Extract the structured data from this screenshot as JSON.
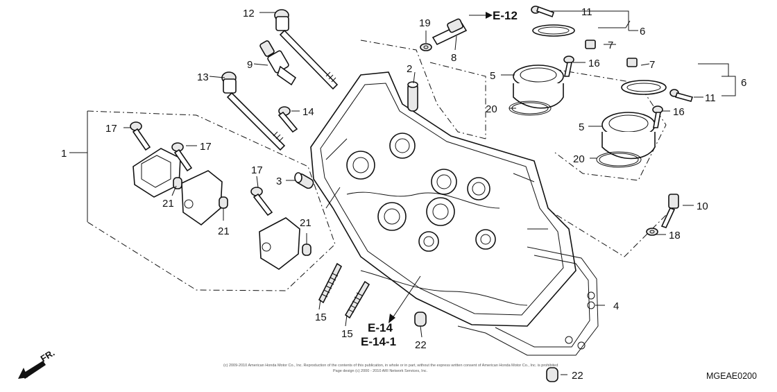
{
  "parts": [
    {
      "id": "p1",
      "num": "1"
    },
    {
      "id": "p2",
      "num": "2"
    },
    {
      "id": "p3",
      "num": "3"
    },
    {
      "id": "p4",
      "num": "4"
    },
    {
      "id": "p5a",
      "num": "5"
    },
    {
      "id": "p5b",
      "num": "5"
    },
    {
      "id": "p6a",
      "num": "6"
    },
    {
      "id": "p6b",
      "num": "6"
    },
    {
      "id": "p7a",
      "num": "7"
    },
    {
      "id": "p7b",
      "num": "7"
    },
    {
      "id": "p8",
      "num": "8"
    },
    {
      "id": "p9",
      "num": "9"
    },
    {
      "id": "p10",
      "num": "10"
    },
    {
      "id": "p11a",
      "num": "11"
    },
    {
      "id": "p11b",
      "num": "11"
    },
    {
      "id": "p12",
      "num": "12"
    },
    {
      "id": "p13",
      "num": "13"
    },
    {
      "id": "p14",
      "num": "14"
    },
    {
      "id": "p15a",
      "num": "15"
    },
    {
      "id": "p15b",
      "num": "15"
    },
    {
      "id": "p16a",
      "num": "16"
    },
    {
      "id": "p16b",
      "num": "16"
    },
    {
      "id": "p17a",
      "num": "17"
    },
    {
      "id": "p17b",
      "num": "17"
    },
    {
      "id": "p17c",
      "num": "17"
    },
    {
      "id": "p18",
      "num": "18"
    },
    {
      "id": "p19",
      "num": "19"
    },
    {
      "id": "p20a",
      "num": "20"
    },
    {
      "id": "p20b",
      "num": "20"
    },
    {
      "id": "p21a",
      "num": "21"
    },
    {
      "id": "p21b",
      "num": "21"
    },
    {
      "id": "p21c",
      "num": "21"
    },
    {
      "id": "p22a",
      "num": "22"
    },
    {
      "id": "p22b",
      "num": "22"
    }
  ],
  "references": {
    "e12": "E-12",
    "e14": "E-14",
    "e141": "E-14-1"
  },
  "direction_label": "FR.",
  "diagram_code": "MGEAE0200",
  "copyright_line1": "(c) 2009-2010 American Honda Motor Co., Inc. Reproduction of the contents of this publication, in whole or in part, without the express written consent of American Honda Motor Co., Inc. is prohibited",
  "copyright_line2": "Page design (c) 2000 - 2010 ARI Network Services, Inc."
}
